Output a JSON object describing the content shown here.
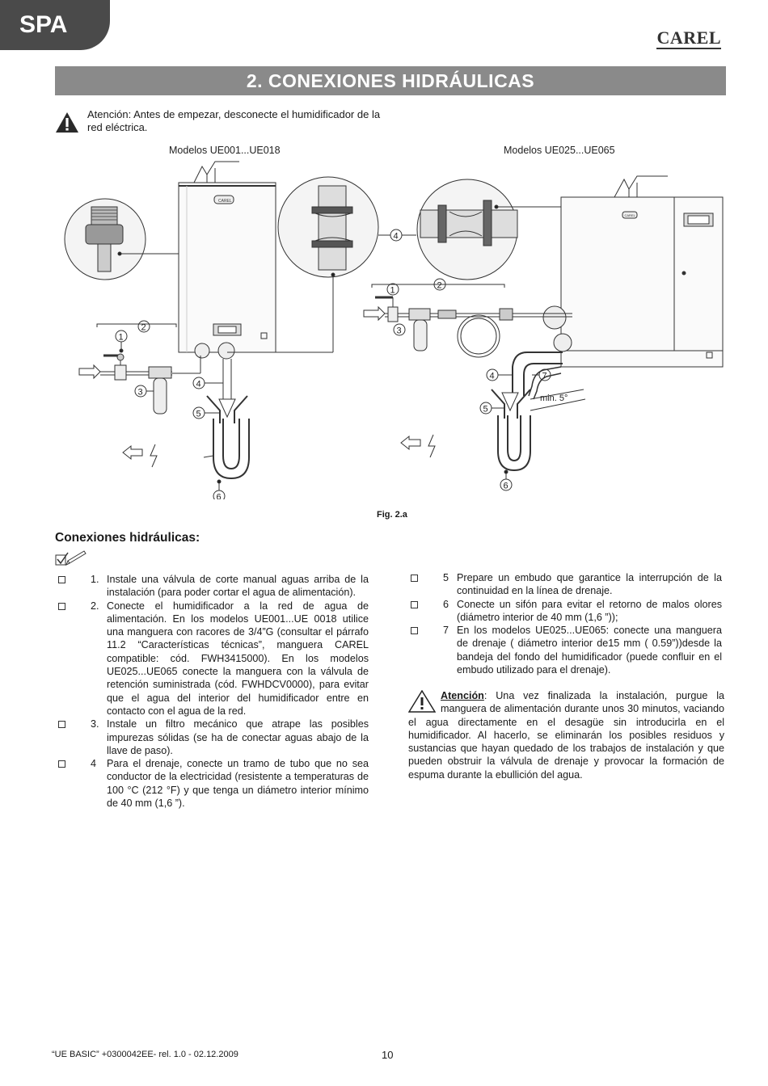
{
  "header": {
    "lang_tab": "SPA",
    "brand": "CAREL",
    "section_title": "2. CONEXIONES HIDRÁULICAS"
  },
  "top_warning": "Atención: Antes de empezar, desconecte el humidificador de la red eléctrica.",
  "figure": {
    "left_model_caption": "Modelos UE001...UE018",
    "right_model_caption": "Modelos UE025...UE065",
    "unit_logo": "CAREL",
    "angle_label": "min. 5°",
    "callouts": [
      "1",
      "2",
      "3",
      "4",
      "5",
      "6",
      "7"
    ],
    "caption": "Fig. 2.a"
  },
  "connections": {
    "heading": "Conexiones hidráulicas:",
    "items_left": [
      {
        "num": "1.",
        "text": "Instale una válvula de corte manual aguas arriba de la instalación (para poder cortar el agua de alimentación)."
      },
      {
        "num": "2.",
        "text": "Conecte el humidificador a la red de agua de alimentación. En los modelos UE001...UE 0018 utilice una manguera con racores de 3/4”G (consultar el párrafo 11.2 “Características técnicas”, manguera CAREL compatible: cód. FWH3415000). En los modelos UE025...UE065 conecte la manguera con la válvula de retención suministrada (cód. FWHDCV0000), para evitar que el agua del interior del humidificador entre en contacto con el agua de la red."
      },
      {
        "num": "3.",
        "text": "Instale un filtro mecánico que atrape las posibles impurezas sólidas (se ha de conectar aguas abajo de la llave de paso)."
      },
      {
        "num": "4",
        "text": "Para el drenaje, conecte un tramo de tubo que no sea conductor de la electricidad (resistente a temperaturas de 100 °C (212 °F) y que tenga un diámetro interior mínimo de 40 mm (1,6 ”)."
      }
    ],
    "items_right": [
      {
        "num": "5",
        "text": "Prepare un embudo que garantice la interrupción de la continuidad en la línea de drenaje."
      },
      {
        "num": "6",
        "text": "Conecte un sifón para evitar el retorno de malos olores (diámetro interior de 40 mm (1,6 ”));"
      },
      {
        "num": "7",
        "text": "En los modelos UE025...UE065: conecte una manguera de drenaje ( diámetro interior de15 mm ( 0.59”))desde la bandeja del fondo del humidificador (puede confluir en el embudo utilizado para el drenaje)."
      }
    ],
    "attention_label": "Atención",
    "attention_text": ": Una vez finalizada la instalación, purgue la manguera de alimentación durante unos 30 minutos, vaciando el agua directamente en el desagüe sin introducirla en el humidificador. Al hacerlo, se eliminarán los posibles residuos y sustancias que hayan quedado de los trabajos de instalación y que pueden obstruir la válvula de drenaje y provocar la formación de espuma durante la ebullición del agua."
  },
  "footer": {
    "doc_ref": "“UE BASIC” +0300042EE- rel. 1.0 - 02.12.2009",
    "page_number": "10"
  }
}
